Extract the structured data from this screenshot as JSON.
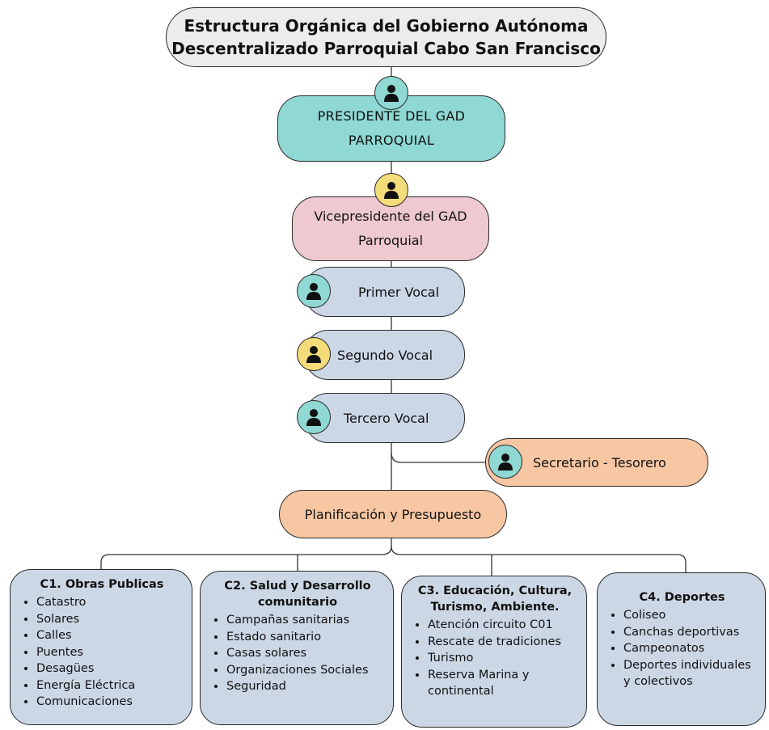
{
  "title": {
    "line1": "Estructura Orgánica del Gobierno Autónoma",
    "line2": "Descentralizado Parroquial Cabo San Francisco"
  },
  "president": {
    "line1": "PRESIDENTE DEL GAD",
    "line2": "PARROQUIAL"
  },
  "vice": {
    "line1": "Vicepresidente del GAD",
    "line2": "Parroquial"
  },
  "vocales": {
    "primer": "Primer Vocal",
    "segundo": "Segundo Vocal",
    "tercero": "Tercero Vocal"
  },
  "secretario": "Secretario - Tesorero",
  "planificacion": "Planificación y Presupuesto",
  "colors": {
    "teal": "#8fd8d3",
    "yellow": "#f5dc7a",
    "pink": "#eec9cf",
    "blue": "#ccd7e6",
    "orange": "#f7c7a3",
    "grey": "#ececec"
  },
  "commissions": [
    {
      "heading": "C1. Obras Publicas",
      "items": [
        "Catastro",
        "Solares",
        "Calles",
        "Puentes",
        "Desagües",
        "Energía Eléctrica",
        "Comunicaciones"
      ]
    },
    {
      "heading_line1": "C2. Salud y Desarrollo",
      "heading_line2": "comunitario",
      "items": [
        "Campañas sanitarias",
        "Estado sanitario",
        "Casas solares",
        "Organizaciones Sociales",
        "Seguridad"
      ]
    },
    {
      "heading_line1": "C3. Educación, Cultura,",
      "heading_line2": "Turismo, Ambiente.",
      "items": [
        "Atención circuito C01",
        "Rescate de tradiciones",
        "Turismo",
        "Reserva Marina y continental"
      ]
    },
    {
      "heading": "C4. Deportes",
      "items": [
        "Coliseo",
        "Canchas deportivas",
        "Campeonatos",
        "Deportes individuales y colectivos"
      ]
    }
  ],
  "icons": [
    "person-icon"
  ]
}
